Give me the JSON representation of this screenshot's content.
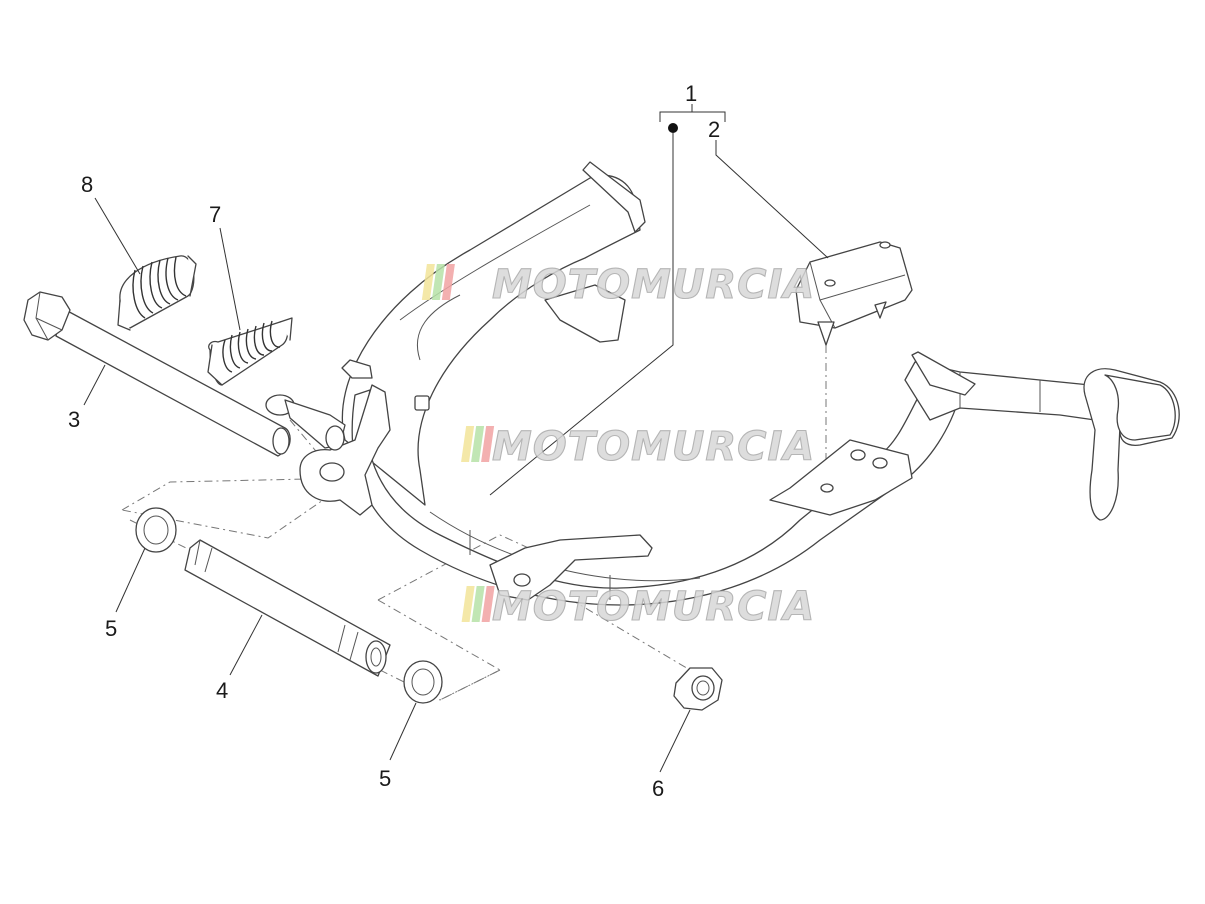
{
  "callouts": [
    {
      "id": "label-1",
      "text": "1"
    },
    {
      "id": "label-2",
      "text": "2"
    },
    {
      "id": "label-3",
      "text": "3"
    },
    {
      "id": "label-4",
      "text": "4"
    },
    {
      "id": "label-5a",
      "text": "5"
    },
    {
      "id": "label-5b",
      "text": "5"
    },
    {
      "id": "label-6",
      "text": "6"
    },
    {
      "id": "label-7",
      "text": "7"
    },
    {
      "id": "label-8",
      "text": "8"
    }
  ],
  "watermark": {
    "text": "MOTOMURCIA",
    "stripe_colors": [
      "#f3e59a",
      "#b7e2a8",
      "#f2a3a3"
    ]
  },
  "colors": {
    "line": "#444444",
    "background": "#ffffff"
  }
}
